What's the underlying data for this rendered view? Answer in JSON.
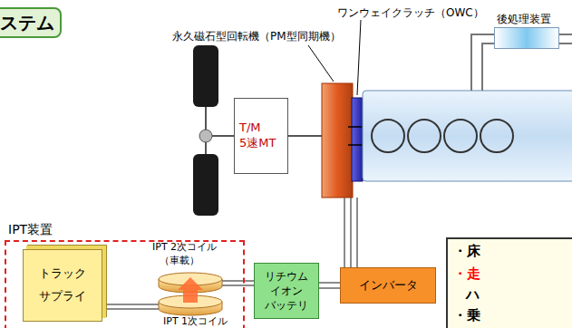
{
  "diagram": {
    "title": "ステム",
    "nodes": [
      {
        "text": [
          "後処理装置"
        ]
      },
      {
        "text": [
          "T/M 5速MT"
        ]
      },
      {
        "text": [
          "IPT装置"
        ]
      },
      {
        "text": [
          "トラック サプライ"
        ],
        "in": 2
      },
      {
        "text": [
          "リチウム イオン バッテリ"
        ]
      },
      {
        "text": [
          "インバータ"
        ]
      },
      {
        "text": [
          "・床",
          "・走",
          "ハ",
          "・乗"
        ]
      }
    ],
    "edges": [
      {
        "from": 4,
        "to": 5,
        "arrow": "none"
      }
    ],
    "labels": [
      "ワンウェイクラッチ（OWC）",
      "永久磁石型回転機（PM型同期機）",
      "IPT 2次コイル",
      "（車載）",
      "IPT 1次コイル"
    ]
  }
}
